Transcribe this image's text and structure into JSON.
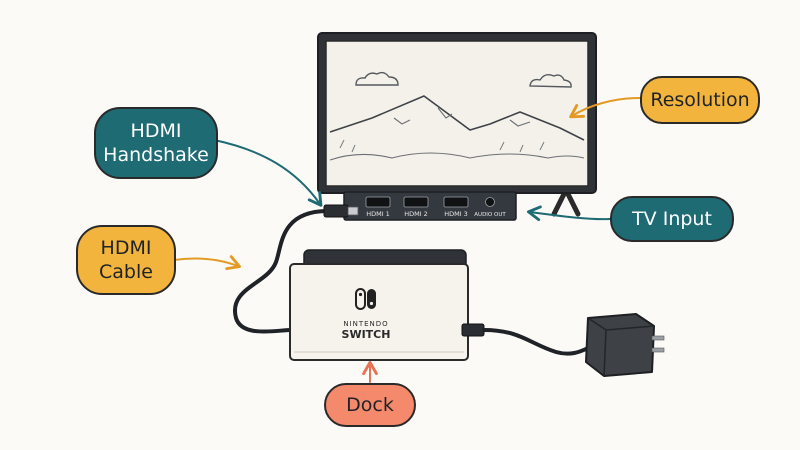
{
  "labels": {
    "hdmi_handshake": "HDMI\nHandshake",
    "hdmi_cable": "HDMI\nCable",
    "resolution": "Resolution",
    "tv_input": "TV Input",
    "dock": "Dock"
  },
  "ports": {
    "hdmi1": "HDMI 1",
    "hdmi2": "HDMI 2",
    "hdmi3": "HDMI 3",
    "audio_out": "AUDIO OUT"
  },
  "dock_brand": {
    "line1": "NINTENDO",
    "line2": "SWITCH"
  },
  "colors": {
    "teal": "#1e6b73",
    "orange": "#f2b43c",
    "salmon": "#f4896c",
    "outline": "#2a2a2a",
    "screen": "#f4f1ea",
    "port_bar": "#34393f",
    "dock_body": "#f6f3ec",
    "adapter": "#3e4246"
  },
  "icons": {
    "switch_logo": "nintendo-switch-logo-icon"
  }
}
